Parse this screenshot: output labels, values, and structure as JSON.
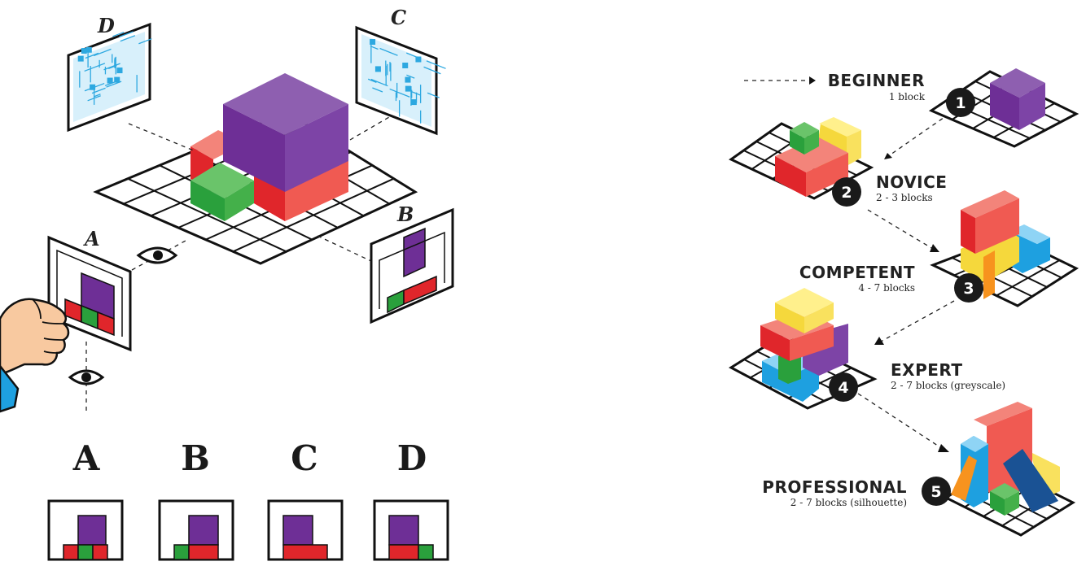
{
  "colors": {
    "purple_top": "#8e5fb0",
    "purple_left": "#6e2f96",
    "purple_right": "#7d44a6",
    "red_top": "#f3847a",
    "red_left": "#e0262b",
    "red_right": "#f05a52",
    "green_top": "#6ac46a",
    "green_left": "#2aa03c",
    "green_right": "#44b04a",
    "yellow_top": "#fff08c",
    "yellow_left": "#f5d83c",
    "yellow_right": "#f9e15e",
    "blue_top": "#8fd4f5",
    "blue_left": "#1ea0e0",
    "blue_right": "#4ab8ee",
    "orange": "#f7931e",
    "navy": "#1a5294",
    "badge": "#1a1a1a",
    "blueprint": "#2da8e0"
  },
  "left_panel": {
    "panel_letters": [
      "D",
      "C",
      "B",
      "A"
    ],
    "eye_icons": 2,
    "options": [
      "A",
      "B",
      "C",
      "D"
    ]
  },
  "levels": [
    {
      "num": "1",
      "name": "BEGINNER",
      "sub": "1 block"
    },
    {
      "num": "2",
      "name": "NOVICE",
      "sub": "2 - 3 blocks"
    },
    {
      "num": "3",
      "name": "COMPETENT",
      "sub": "4 - 7 blocks"
    },
    {
      "num": "4",
      "name": "EXPERT",
      "sub": "2 - 7 blocks (greyscale)"
    },
    {
      "num": "5",
      "name": "PROFESSIONAL",
      "sub": "2 - 7 blocks (silhouette)"
    }
  ]
}
